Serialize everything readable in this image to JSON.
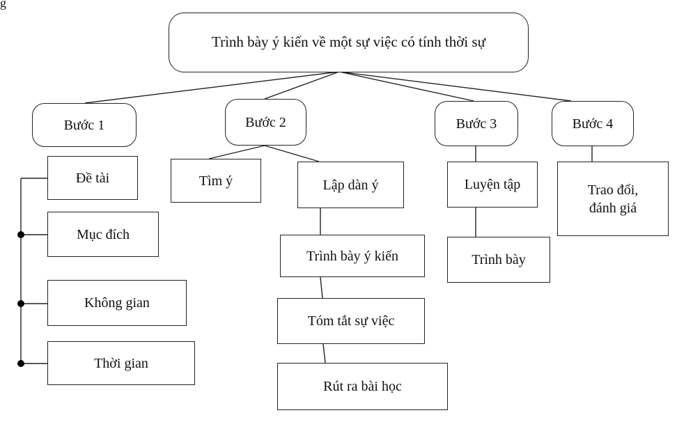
{
  "fragment": "g",
  "root": "Trình bày ý kiến về một sự việc có tính thời sự",
  "steps": [
    "Bước 1",
    "Bước 2",
    "Bước 3",
    "Bước 4"
  ],
  "step1_items": [
    "Đề tài",
    "Mục đích",
    "Không gian",
    "Thời gian"
  ],
  "step2_children": [
    "Tìm ý",
    "Lập dàn ý"
  ],
  "step2_outline": [
    "Trình bày ý kiến",
    "Tóm tắt sự việc",
    "Rút ra bài học"
  ],
  "step3_items": [
    "Luyện tập",
    "Trình bày"
  ],
  "step4_items": [
    "Trao đổi,\nđánh giá"
  ]
}
